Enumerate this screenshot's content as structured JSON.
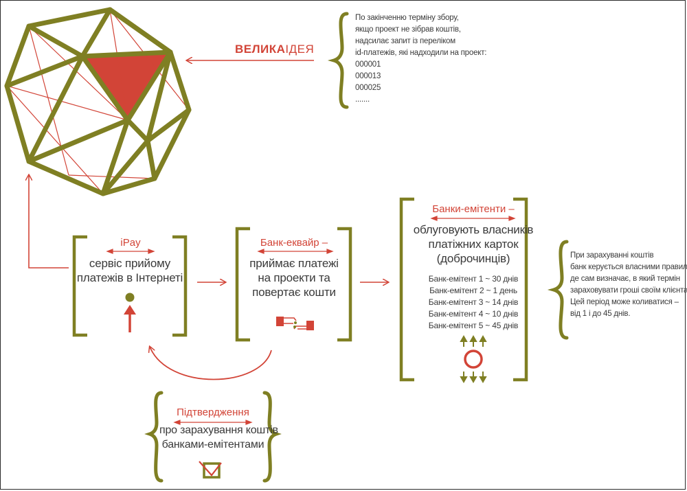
{
  "colors": {
    "olive": "#7f7f23",
    "red": "#d24437",
    "text": "#3a3a3a"
  },
  "idea": {
    "bold": "ВЕЛИКА",
    "light": "ІДЕЯ"
  },
  "top_note": {
    "lines": [
      "По закінченню терміну збору,",
      "якщо проект не зібрав коштів,",
      "надсилає запит із переліком",
      "id-платежів, які надходили на проект:",
      "000001",
      "000013",
      "000025",
      "......."
    ]
  },
  "ipay": {
    "title": "iPay",
    "lines": [
      "сервіс прийому",
      "платежів в Інтернеті"
    ],
    "icon": "person-up-arrow-icon"
  },
  "acquirer": {
    "title": "Банк-еквайр –",
    "lines": [
      "приймає платежі",
      "на проекти та",
      "повертає кошти"
    ],
    "icon": "money-exchange-icon"
  },
  "issuers": {
    "title": "Банки-емітенти –",
    "lines": [
      "облуговують власників",
      "платіжних карток",
      "(доброчинців)"
    ],
    "list": [
      "Банк-емітент 1 ~ 30 днів",
      "Банк-емітент 2 ~ 1 день",
      "Банк-емітент 3 ~ 14 днів",
      "Банк-емітент 4 ~ 10 днів",
      "Банк-емітент 5 ~ 45 днів"
    ],
    "icon": "circle-arrows-icon"
  },
  "right_note": {
    "lines": [
      "При зарахуванні коштів",
      "банк керується власними правилами,",
      "де сам визначає, в який термін",
      "зараховувати гроші своїм клієнтам.",
      "Цей період може коливатися –",
      "від 1 і до 45 днів."
    ]
  },
  "confirmation": {
    "title": "Підтвердження",
    "lines": [
      "про зарахування коштів",
      "банками-емітентами"
    ],
    "icon": "checkbox-check-icon"
  }
}
